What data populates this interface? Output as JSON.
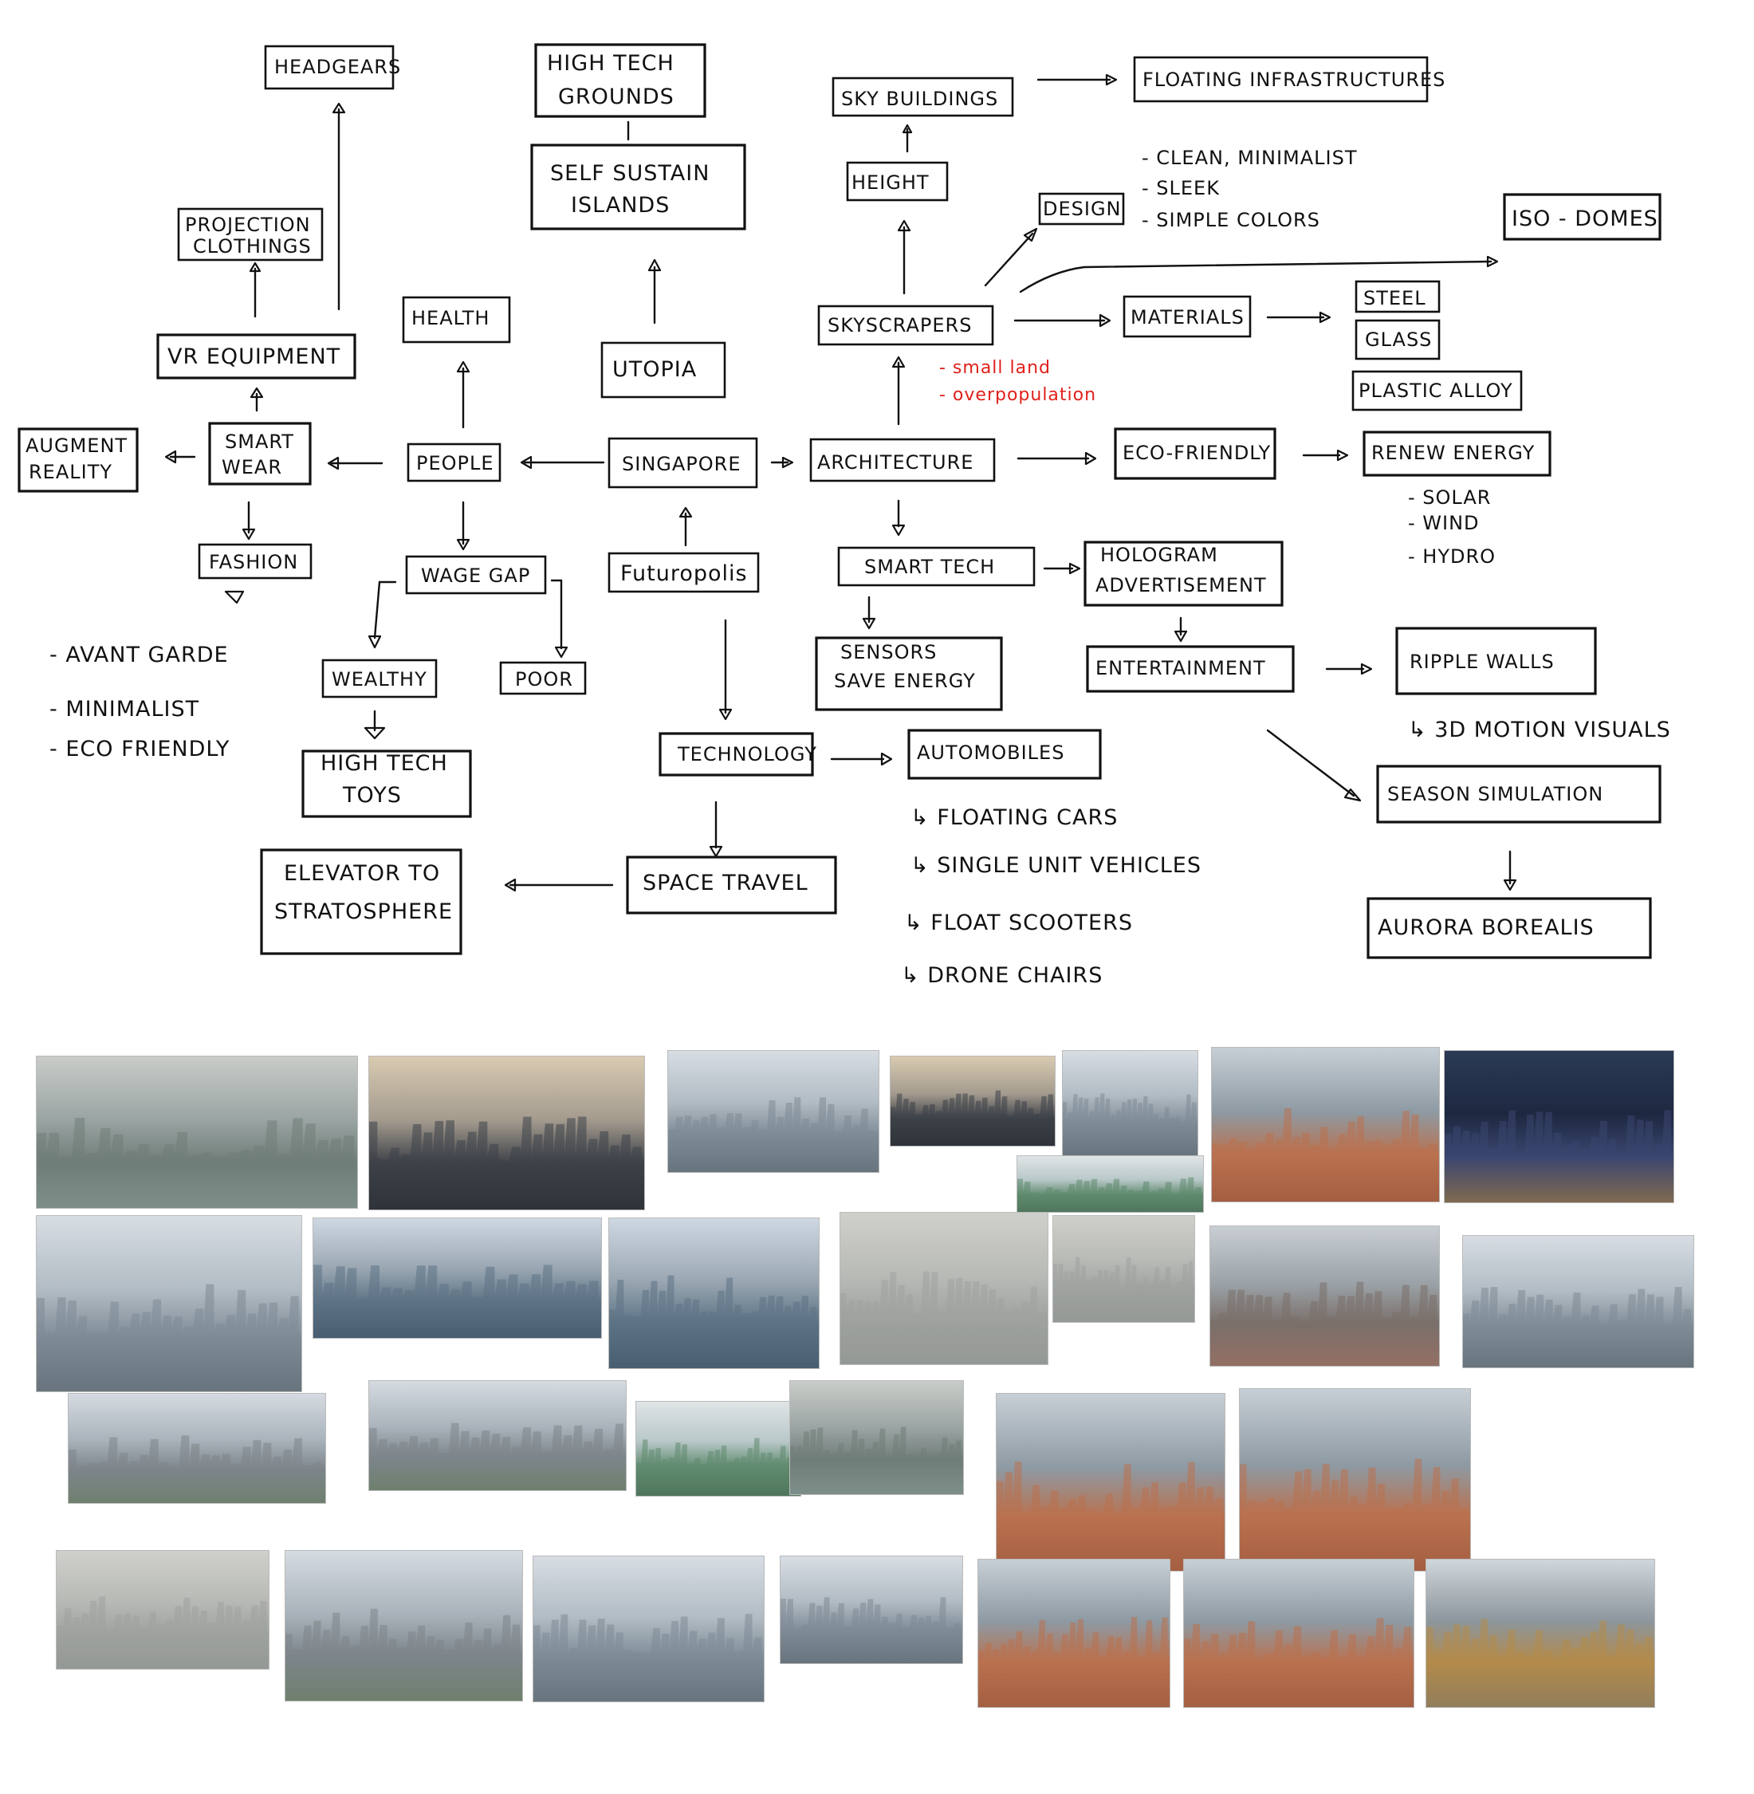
{
  "nodes": {
    "headgears": "HEADGEARS",
    "high_tech_grounds_1": "HIGH TECH",
    "high_tech_grounds_2": "GROUNDS",
    "self_sustain_1": "SELF SUSTAIN",
    "self_sustain_2": "ISLANDS",
    "sky_buildings": "SKY BUILDINGS",
    "floating_infra": "FLOATING INFRASTRUCTURES",
    "height": "HEIGHT",
    "design": "DESIGN",
    "iso_domes": "ISO - DOMES",
    "projection_1": "PROJECTION",
    "projection_2": "CLOTHINGS",
    "health": "HEALTH",
    "vr_equipment": "VR EQUIPMENT",
    "utopia": "UTOPIA",
    "skyscrapers": "SKYSCRAPERS",
    "materials": "MATERIALS",
    "steel": "STEEL",
    "glass": "GLASS",
    "plastic_alloy": "PLASTIC ALLOY",
    "augment_1": "AUGMENT",
    "augment_2": "REALITY",
    "smart_wear_1": "SMART",
    "smart_wear_2": "WEAR",
    "people": "PEOPLE",
    "singapore": "SINGAPORE",
    "architecture": "ARCHITECTURE",
    "eco_friendly": "ECO-FRIENDLY",
    "renew_energy": "RENEW ENERGY",
    "fashion": "FASHION",
    "wage_gap": "WAGE GAP",
    "futuropolis": "Futuropolis",
    "smart_tech": "SMART TECH",
    "hologram_1": "HOLOGRAM",
    "hologram_2": "ADVERTISEMENT",
    "sensors_1": "SENSORS",
    "sensors_2": "SAVE ENERGY",
    "entertainment": "ENTERTAINMENT",
    "ripple_walls": "RIPPLE WALLS",
    "wealthy": "WEALTHY",
    "poor": "POOR",
    "high_tech_toys_1": "HIGH TECH",
    "high_tech_toys_2": "TOYS",
    "technology": "TECHNOLOGY",
    "automobiles": "AUTOMOBILES",
    "season_sim": "SEASON SIMULATION",
    "elevator_1": "ELEVATOR TO",
    "elevator_2": "STRATOSPHERE",
    "space_travel": "SPACE TRAVEL",
    "aurora": "AURORA BOREALIS"
  },
  "notes": {
    "design_1": "- CLEAN, MINIMALIST",
    "design_2": "- SLEEK",
    "design_3": "- SIMPLE COLORS",
    "red_1": "- small land",
    "red_2": "- overpopulation",
    "energy_1": "- SOLAR",
    "energy_2": "- WIND",
    "energy_3": "- HYDRO",
    "fashion_1": "- AVANT GARDE",
    "fashion_2": "- MINIMALIST",
    "fashion_3": "- ECO FRIENDLY",
    "ripple_sub": "↳ 3D MOTION VISUALS",
    "auto_1": "↳ FLOATING CARS",
    "auto_2": "↳ SINGLE UNIT VEHICLES",
    "auto_3": "↳ FLOAT SCOOTERS",
    "auto_4": "↳ DRONE CHAIRS"
  },
  "colors": {
    "ink": "#111111",
    "note_red": "#e0201b"
  },
  "photos": [
    {
      "name": "photo-marina-bay-aerial",
      "scene": "harbor"
    },
    {
      "name": "photo-skyline-sunset",
      "scene": "dusk"
    },
    {
      "name": "photo-marina-bay-sands-hotel",
      "scene": "city"
    },
    {
      "name": "photo-skypark-rooftop",
      "scene": "dusk"
    },
    {
      "name": "photo-marina-bay-sands-towers",
      "scene": "city"
    },
    {
      "name": "photo-gardens-domes",
      "scene": "garden"
    },
    {
      "name": "photo-city-rooftops",
      "scene": "rooftops"
    },
    {
      "name": "photo-city-night-aerial",
      "scene": "night"
    },
    {
      "name": "photo-glass-towers-waterfront",
      "scene": "city"
    },
    {
      "name": "photo-infinity-pool-palms",
      "scene": "pool"
    },
    {
      "name": "photo-infinity-pool-view",
      "scene": "pool"
    },
    {
      "name": "photo-infinity-pool-haze",
      "scene": "haze"
    },
    {
      "name": "photo-flyer-waterfront",
      "scene": "haze"
    },
    {
      "name": "photo-container-port",
      "scene": "port"
    },
    {
      "name": "photo-rooftop-terrace",
      "scene": "city"
    },
    {
      "name": "photo-street-view-bridge",
      "scene": "street"
    },
    {
      "name": "photo-street-view-towers",
      "scene": "street"
    },
    {
      "name": "photo-flower-dome-aerial",
      "scene": "garden"
    },
    {
      "name": "photo-marina-bay-wide",
      "scene": "harbor"
    },
    {
      "name": "photo-clarke-quay",
      "scene": "rooftops"
    },
    {
      "name": "photo-top-down-tower",
      "scene": "rooftops"
    },
    {
      "name": "photo-hazy-towers",
      "scene": "haze"
    },
    {
      "name": "photo-plaza-towers",
      "scene": "street"
    },
    {
      "name": "photo-cbd-aerial",
      "scene": "city"
    },
    {
      "name": "photo-cbd-aerial-2",
      "scene": "city"
    },
    {
      "name": "photo-chinatown-rooftops",
      "scene": "rooftops"
    },
    {
      "name": "photo-chinatown-rooftops-2",
      "scene": "rooftops"
    },
    {
      "name": "photo-tower-facade",
      "scene": "facade"
    }
  ]
}
